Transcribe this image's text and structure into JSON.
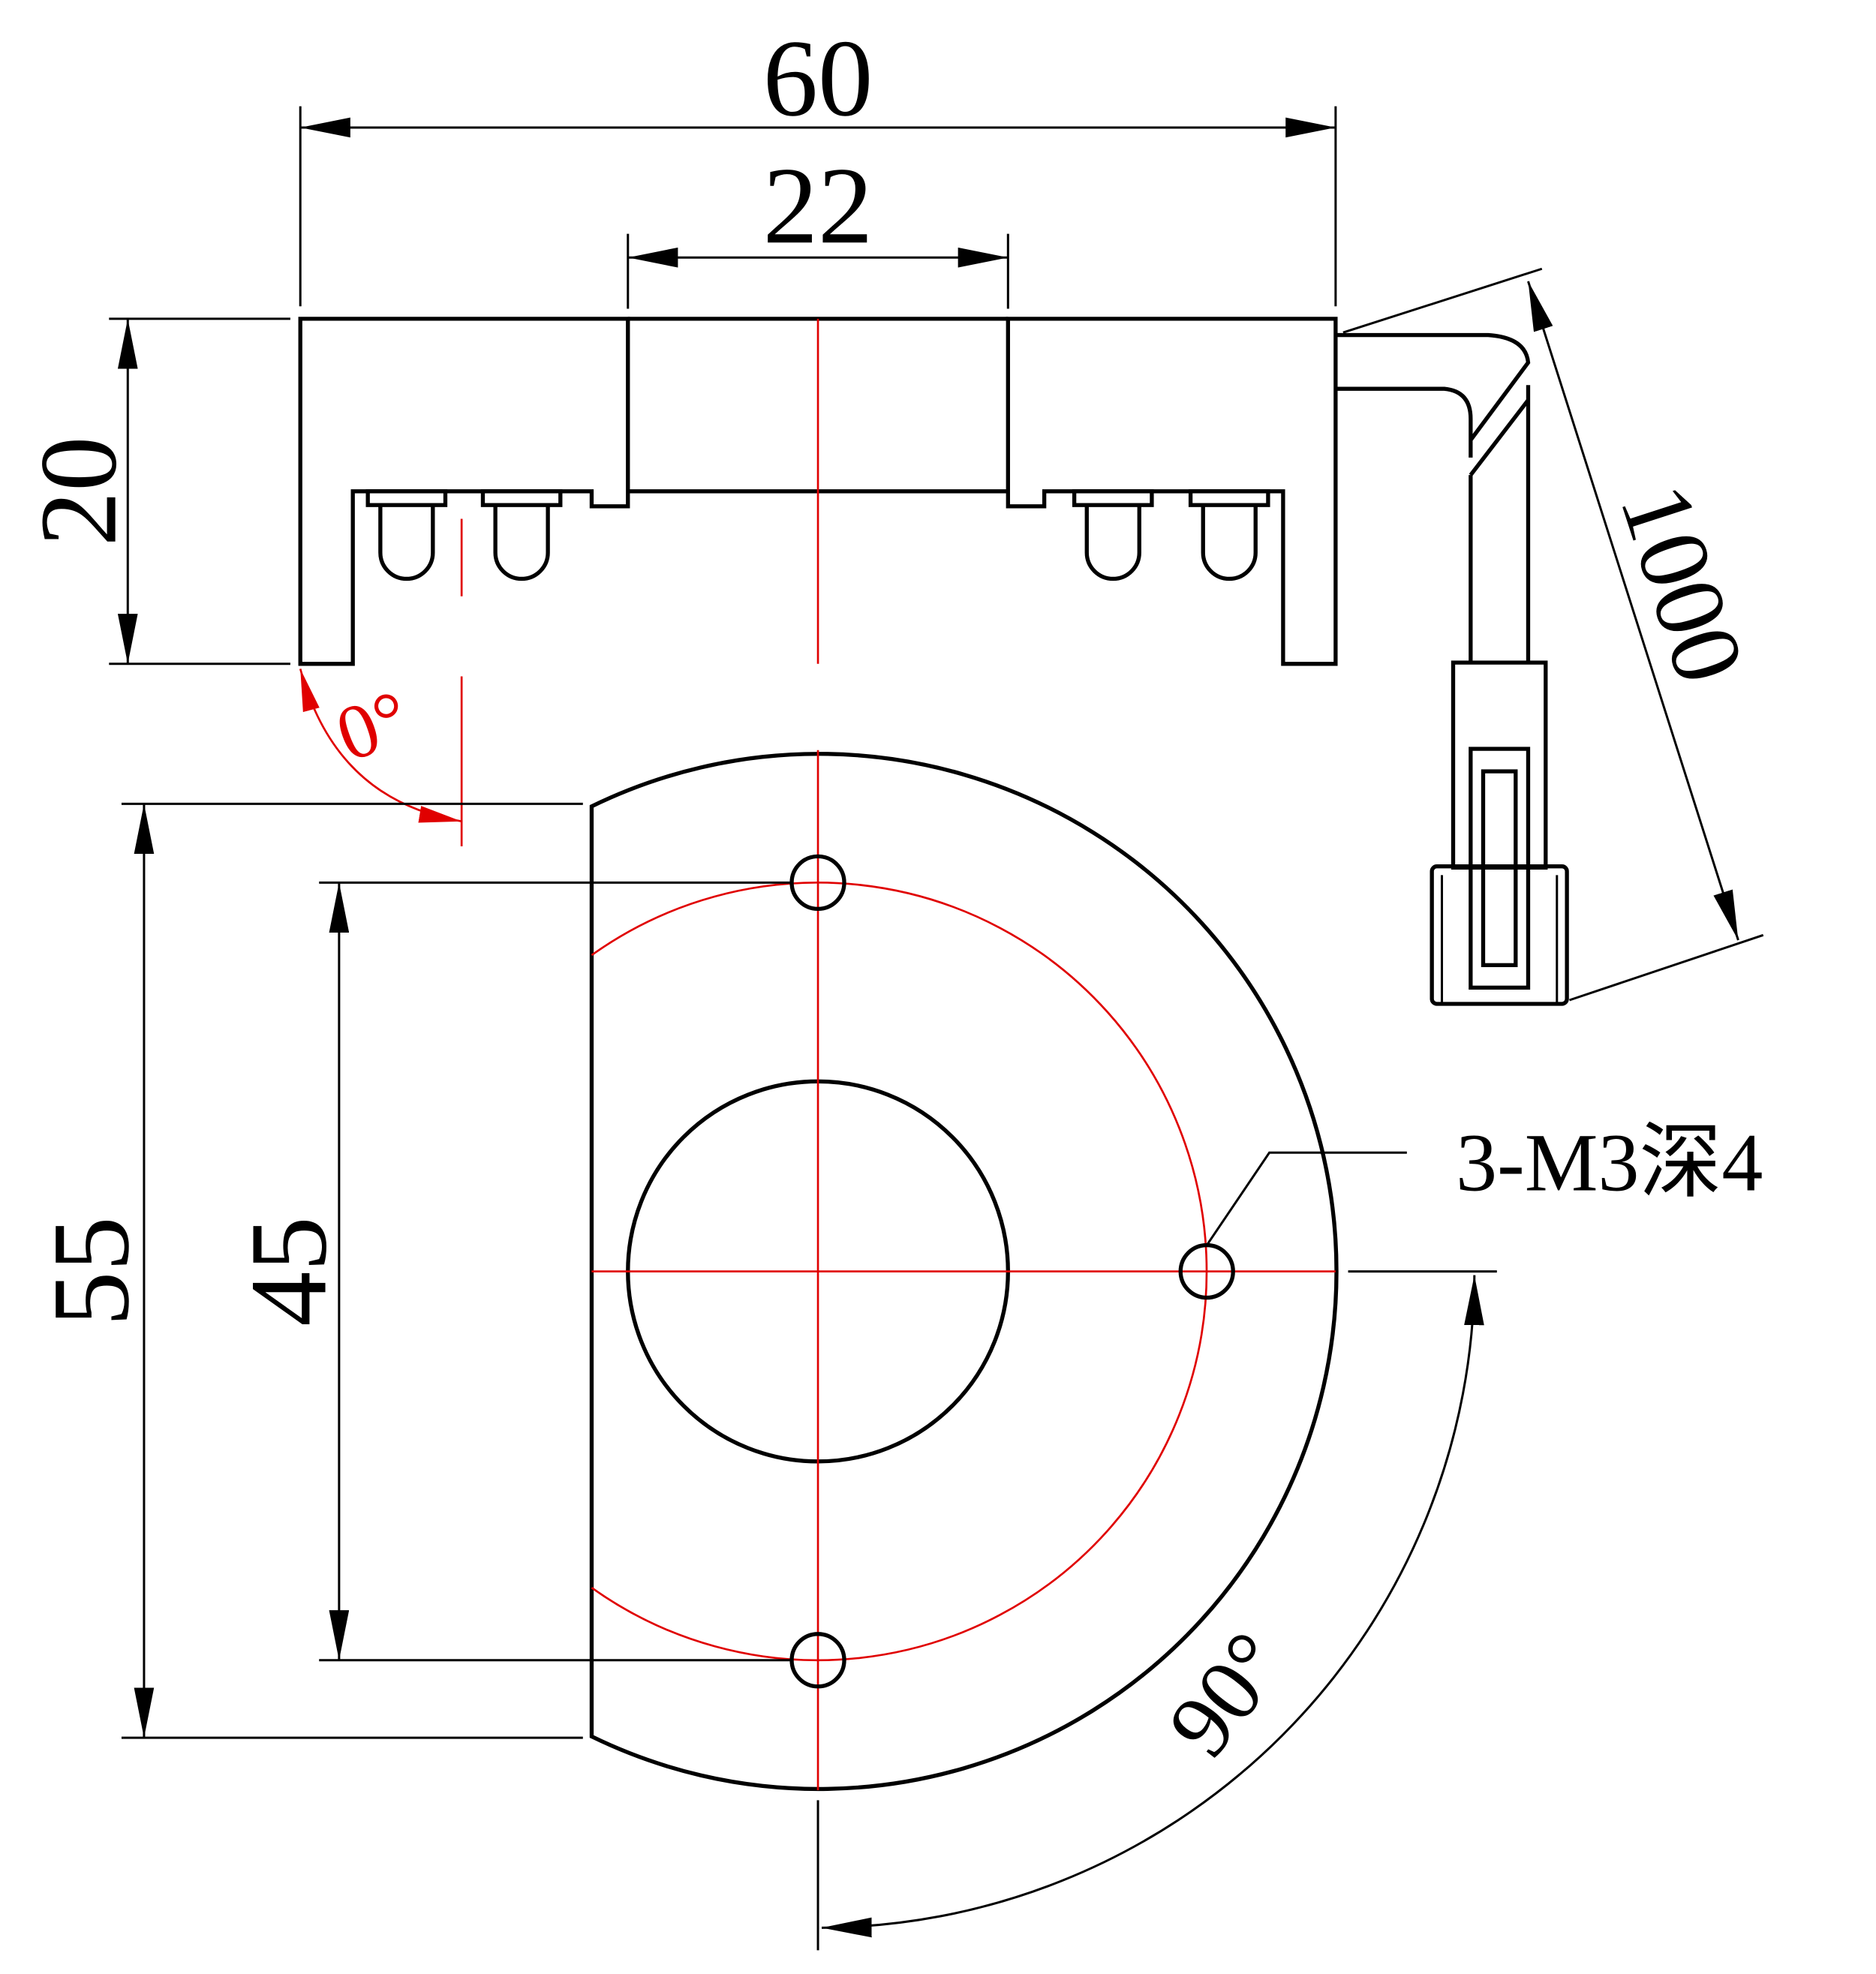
{
  "title": "Ring light mechanical drawing",
  "dimensions": {
    "outer_width": "60",
    "inner_hole": "22",
    "height": "20",
    "cable_length": "1000",
    "flat_height": "55",
    "hole_spacing": "45",
    "angle_start": "0°",
    "angle_span": "90°"
  },
  "callouts": {
    "mount_holes": "3-M3深4"
  },
  "colors": {
    "outline": "#000000",
    "centerline": "#e00000"
  }
}
